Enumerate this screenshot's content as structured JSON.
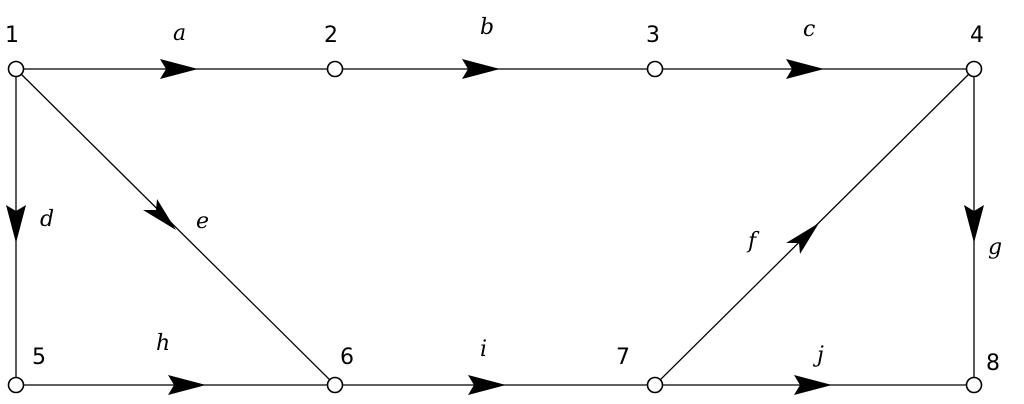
{
  "nodes": [
    {
      "id": "n1",
      "label": "1"
    },
    {
      "id": "n2",
      "label": "2"
    },
    {
      "id": "n3",
      "label": "3"
    },
    {
      "id": "n4",
      "label": "4"
    },
    {
      "id": "n5",
      "label": "5"
    },
    {
      "id": "n6",
      "label": "6"
    },
    {
      "id": "n7",
      "label": "7"
    },
    {
      "id": "n8",
      "label": "8"
    }
  ],
  "edges": [
    {
      "id": "a",
      "label": "a",
      "from": "1",
      "to": "2"
    },
    {
      "id": "b",
      "label": "b",
      "from": "2",
      "to": "3"
    },
    {
      "id": "c",
      "label": "c",
      "from": "3",
      "to": "4"
    },
    {
      "id": "d",
      "label": "d",
      "from": "1",
      "to": "5"
    },
    {
      "id": "e",
      "label": "e",
      "from": "1",
      "to": "6"
    },
    {
      "id": "f",
      "label": "f",
      "from": "7",
      "to": "4"
    },
    {
      "id": "g",
      "label": "g",
      "from": "4",
      "to": "8"
    },
    {
      "id": "h",
      "label": "h",
      "from": "5",
      "to": "6"
    },
    {
      "id": "i",
      "label": "i",
      "from": "6",
      "to": "7"
    },
    {
      "id": "j",
      "label": "j",
      "from": "7",
      "to": "8"
    }
  ]
}
